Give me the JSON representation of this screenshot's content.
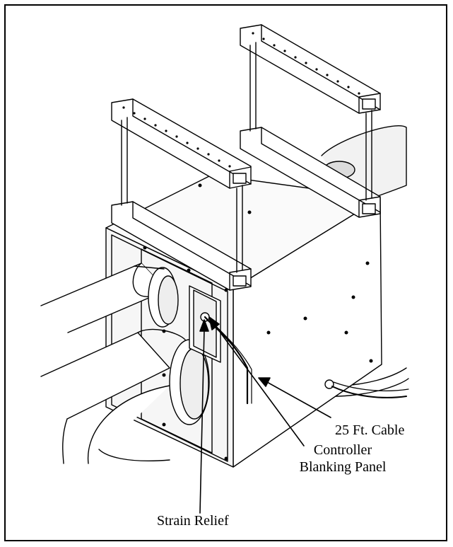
{
  "labels": {
    "cable": "25 Ft. Cable",
    "controller_line1": "Controller",
    "controller_line2": "Blanking Panel",
    "strain": "Strain Relief"
  },
  "colors": {
    "line": "#000000",
    "panel": "#f4f4f4",
    "side": "#e6e6e6",
    "top": "#fafafa",
    "duct_shade": "#e9e9e9",
    "duct": "#ffffff"
  }
}
